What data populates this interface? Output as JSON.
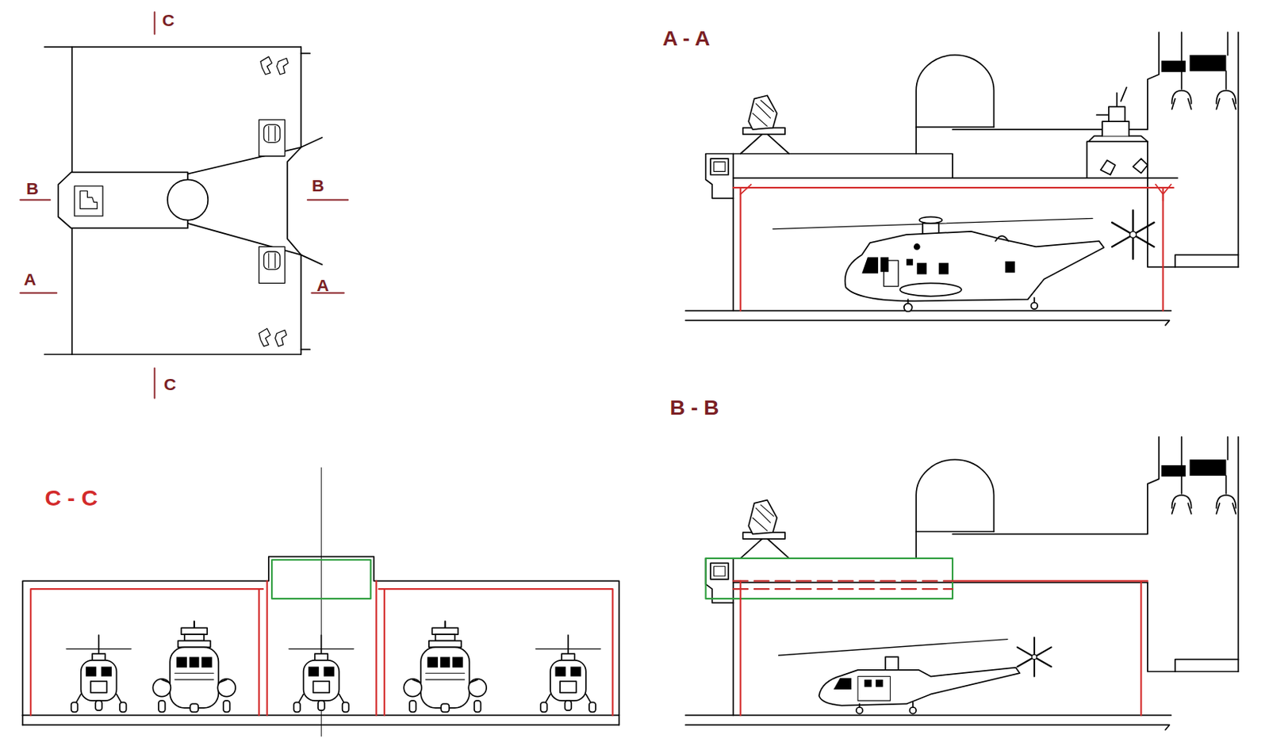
{
  "diagram": {
    "labels": [
      "C",
      "A - A",
      "B",
      "B",
      "A",
      "A",
      "C",
      "B - B",
      "C - C"
    ]
  }
}
